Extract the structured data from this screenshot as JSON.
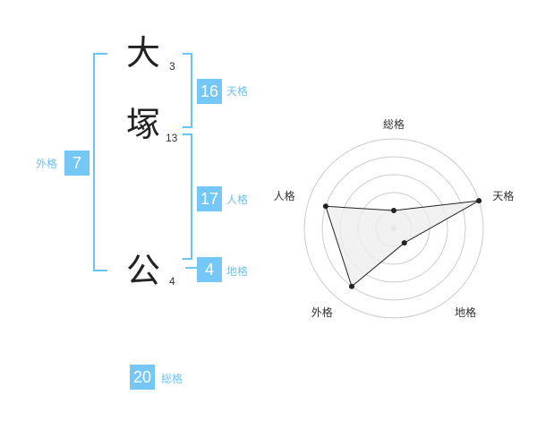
{
  "name": {
    "chars": [
      {
        "char": "大",
        "strokes": "3"
      },
      {
        "char": "塚",
        "strokes": "13"
      },
      {
        "char": "公",
        "strokes": "4"
      }
    ]
  },
  "kakusu": {
    "tenkaku": {
      "value": "16",
      "label": "天格"
    },
    "jinkaku": {
      "value": "17",
      "label": "人格"
    },
    "chikaku": {
      "value": "4",
      "label": "地格"
    },
    "gaikaku": {
      "value": "7",
      "label": "外格"
    },
    "soukaku": {
      "value": "20",
      "label": "総格"
    }
  },
  "colors": {
    "accent": "#75c8f5",
    "label_blue": "#6cc4f2",
    "radar_grid": "#cccccc",
    "radar_fill": "#eeeeee",
    "radar_line": "#222222"
  },
  "chart_data": {
    "type": "radar",
    "axes": [
      "総格",
      "天格",
      "地格",
      "外格",
      "人格"
    ],
    "values": [
      1,
      5,
      1,
      4,
      4
    ],
    "rmax": 5,
    "rings": 5,
    "grid": true
  }
}
